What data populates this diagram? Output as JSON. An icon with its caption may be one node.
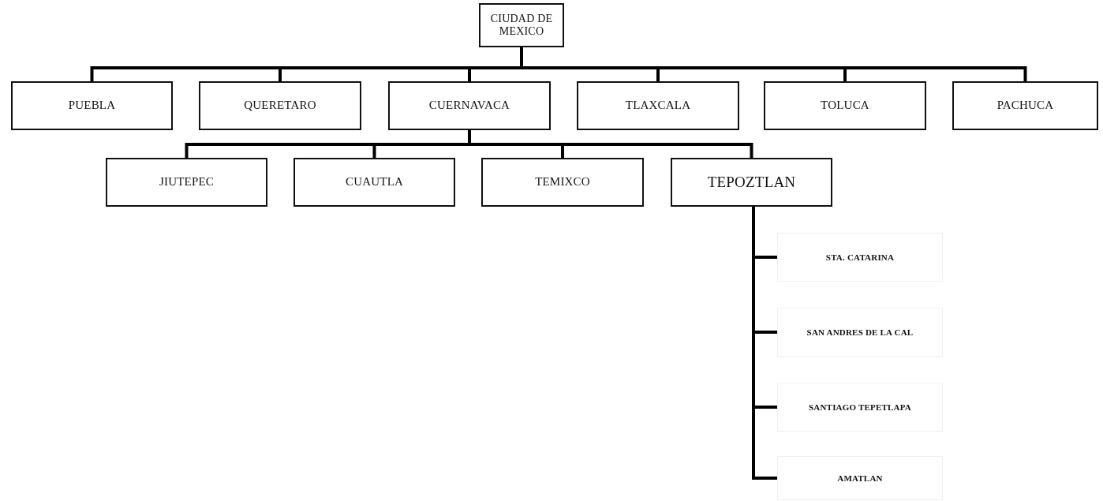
{
  "diagram": {
    "nodes": [
      {
        "text": [
          "CIUDAD DE MEXICO"
        ]
      },
      {
        "text": [
          "PUEBLA"
        ]
      },
      {
        "text": [
          "QUERETARO"
        ]
      },
      {
        "text": [
          "CUERNAVACA"
        ]
      },
      {
        "text": [
          "TLAXCALA"
        ]
      },
      {
        "text": [
          "TOLUCA"
        ]
      },
      {
        "text": [
          "PACHUCA"
        ]
      },
      {
        "text": [
          "JIUTEPEC"
        ]
      },
      {
        "text": [
          "CUAUTLA"
        ]
      },
      {
        "text": [
          "TEMIXCO"
        ]
      },
      {
        "text": [
          "TEPOZTLAN"
        ]
      },
      {
        "text": [
          "STA. CATARINA"
        ]
      },
      {
        "text": [
          "SAN ANDRES DE LA CAL"
        ]
      },
      {
        "text": [
          "SANTIAGO TEPETLAPA"
        ]
      },
      {
        "text": [
          "AMATLAN"
        ]
      }
    ],
    "edges": [
      {
        "from": 0,
        "to": 1,
        "arrow": "none"
      },
      {
        "from": 0,
        "to": 2,
        "arrow": "none"
      },
      {
        "from": 0,
        "to": 3,
        "arrow": "none"
      },
      {
        "from": 0,
        "to": 4,
        "arrow": "none"
      },
      {
        "from": 0,
        "to": 5,
        "arrow": "none"
      },
      {
        "from": 0,
        "to": 6,
        "arrow": "none"
      },
      {
        "from": 3,
        "to": 7,
        "arrow": "none"
      },
      {
        "from": 3,
        "to": 8,
        "arrow": "none"
      },
      {
        "from": 3,
        "to": 9,
        "arrow": "none"
      },
      {
        "from": 3,
        "to": 10,
        "arrow": "none"
      },
      {
        "from": 10,
        "to": 11,
        "arrow": "none"
      },
      {
        "from": 10,
        "to": 12,
        "arrow": "none"
      },
      {
        "from": 10,
        "to": 13,
        "arrow": "none"
      },
      {
        "from": 10,
        "to": 14,
        "arrow": "none"
      }
    ]
  }
}
